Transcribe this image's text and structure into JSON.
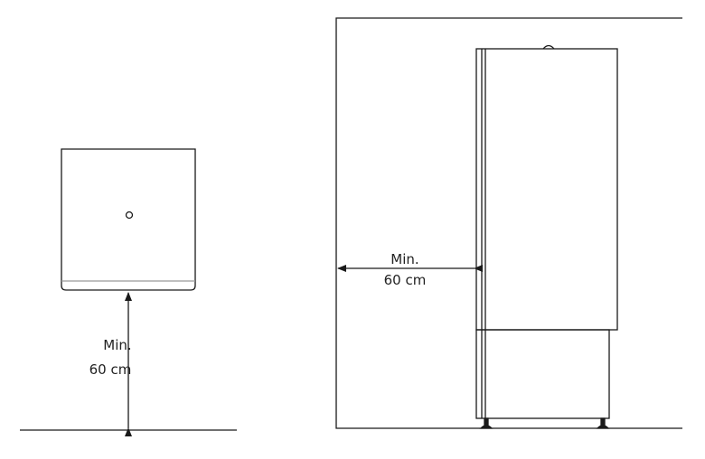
{
  "left_diagram": {
    "label_line1": "Min.",
    "label_line2": "60 cm"
  },
  "right_diagram": {
    "label_line1": "Min.",
    "label_line2": "60 cm"
  },
  "colors": {
    "line": "#1a1a1a",
    "background": "#ffffff"
  }
}
